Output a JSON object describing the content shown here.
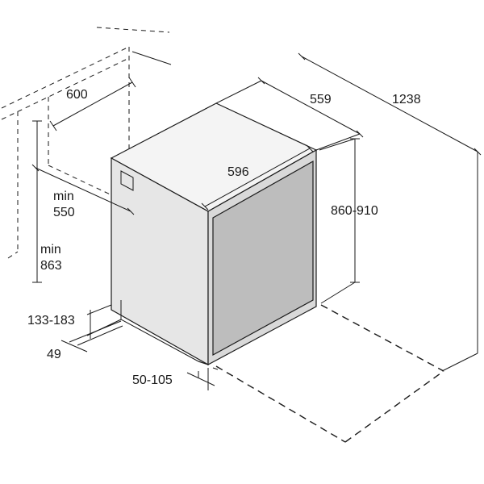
{
  "dimensions": {
    "niche_width": "600",
    "appliance_depth": "559",
    "door_open_depth": "1238",
    "appliance_width": "596",
    "appliance_height": "860-910",
    "niche_depth_min_label": "min",
    "niche_depth_min_value": "550",
    "niche_height_min_label": "min",
    "niche_height_min_value": "863",
    "plinth_height": "133-183",
    "plinth_depth": "49",
    "door_gap": "50-105"
  },
  "colors": {
    "stroke": "#1a1a1a",
    "door_panel": "#bdbdbd",
    "side_panel": "#e6e6e6",
    "top_panel": "#f4f4f4"
  }
}
